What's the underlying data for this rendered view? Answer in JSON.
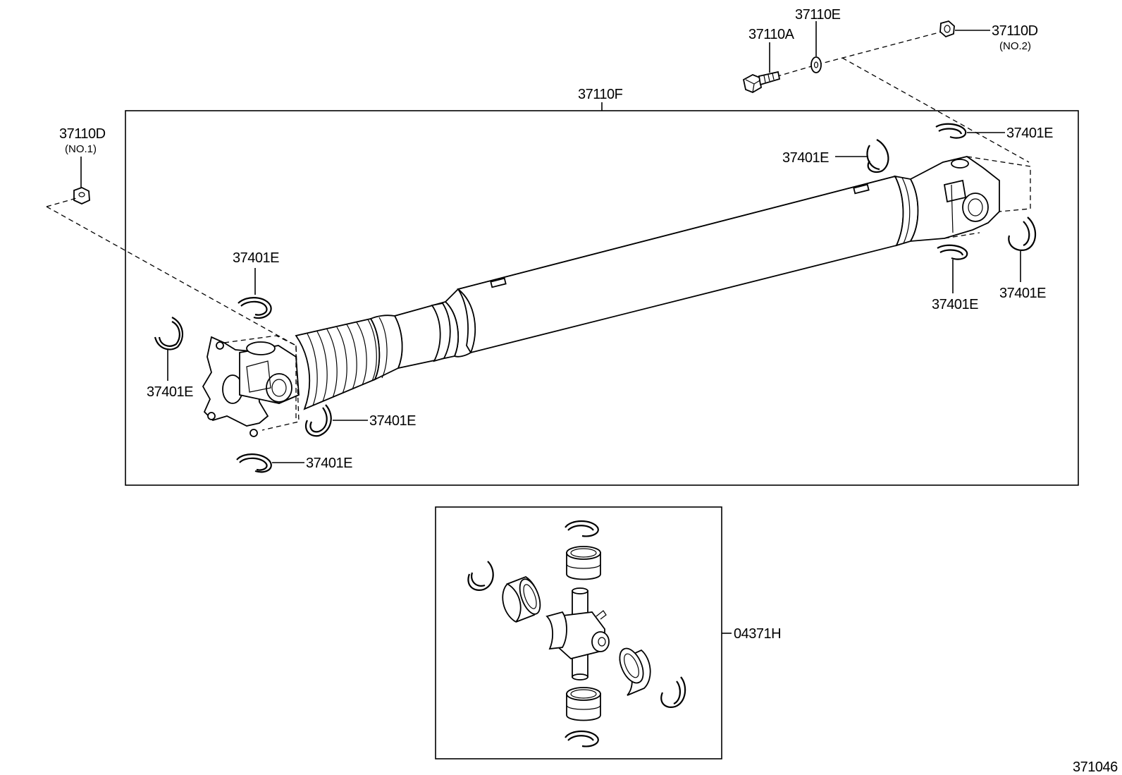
{
  "diagram_id": "371046",
  "labels": {
    "shaft_assembly": "37110F",
    "bolt": "37110A",
    "washer": "37110E",
    "nut_no2": "37110D",
    "nut_no2_note": "(NO.2)",
    "nut_no1": "37110D",
    "nut_no1_note": "(NO.1)",
    "snap_ring": "37401E",
    "spider_kit": "04371H"
  }
}
